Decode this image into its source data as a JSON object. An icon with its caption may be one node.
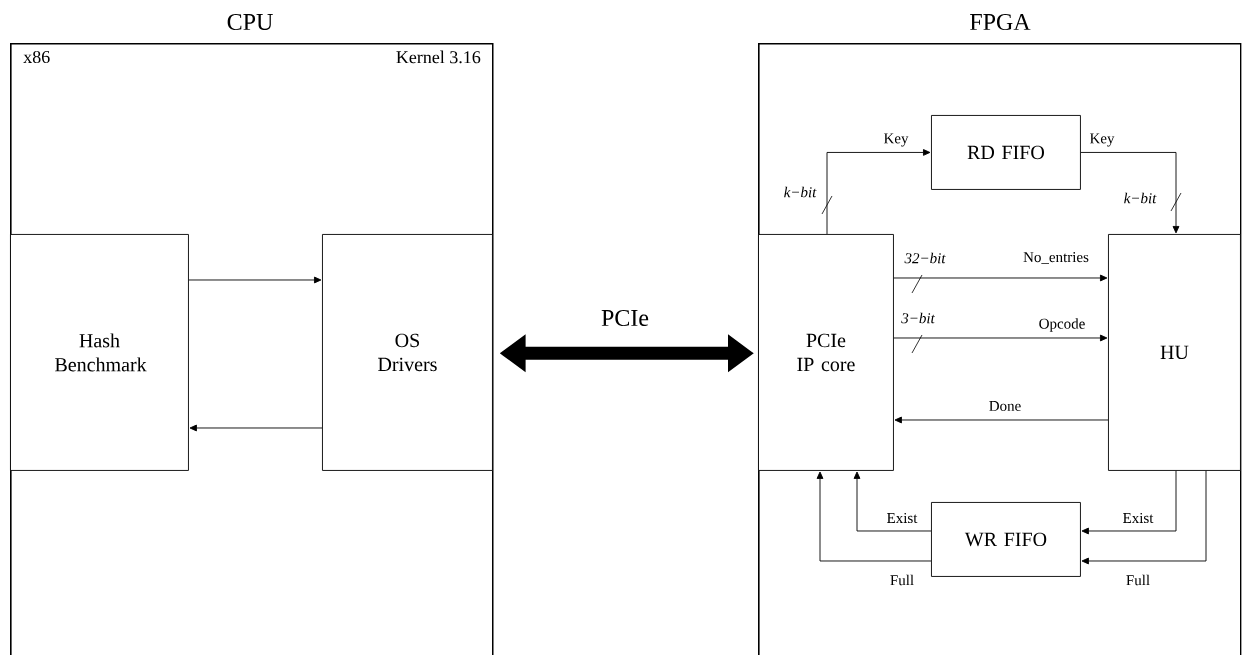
{
  "diagram": {
    "nodes": [
      {
        "text": [
          "CPU",
          "x86",
          "Kernel 3.16"
        ]
      },
      {
        "text": [
          "FPGA"
        ]
      },
      {
        "text": [
          "Hash Benchmark"
        ],
        "in": 0
      },
      {
        "text": [
          "OS Drivers"
        ],
        "in": 0
      },
      {
        "text": [
          "PCIe IP core"
        ],
        "in": 1
      },
      {
        "text": [
          "RD FIFO"
        ],
        "in": 1
      },
      {
        "text": [
          "HU"
        ],
        "in": 1
      },
      {
        "text": [
          "WR FIFO"
        ],
        "in": 1
      }
    ],
    "edges": [
      {
        "from": 2,
        "to": 3,
        "arrow": "to"
      },
      {
        "from": 3,
        "to": 2,
        "arrow": "to"
      },
      {
        "from": 0,
        "to": 1,
        "arrow": "both",
        "label": "PCIe",
        "style": "thick"
      },
      {
        "from": 4,
        "to": 5,
        "arrow": "to",
        "label": "Key"
      },
      {
        "from": 5,
        "to": 6,
        "arrow": "to",
        "label": "Key"
      },
      {
        "from": 4,
        "to": 6,
        "arrow": "to",
        "label": "No_entries"
      },
      {
        "from": 4,
        "to": 6,
        "arrow": "to",
        "label": "Opcode"
      },
      {
        "from": 6,
        "to": 4,
        "arrow": "to",
        "label": "Done"
      },
      {
        "from": 7,
        "to": 4,
        "arrow": "to",
        "label": "Exist"
      },
      {
        "from": 7,
        "to": 4,
        "arrow": "to",
        "label": "Full"
      },
      {
        "from": 6,
        "to": 7,
        "arrow": "to",
        "label": "Exist"
      },
      {
        "from": 6,
        "to": 7,
        "arrow": "to",
        "label": "Full"
      }
    ],
    "labels": [
      "k−bit",
      "k−bit",
      "32−bit",
      "3−bit"
    ]
  }
}
